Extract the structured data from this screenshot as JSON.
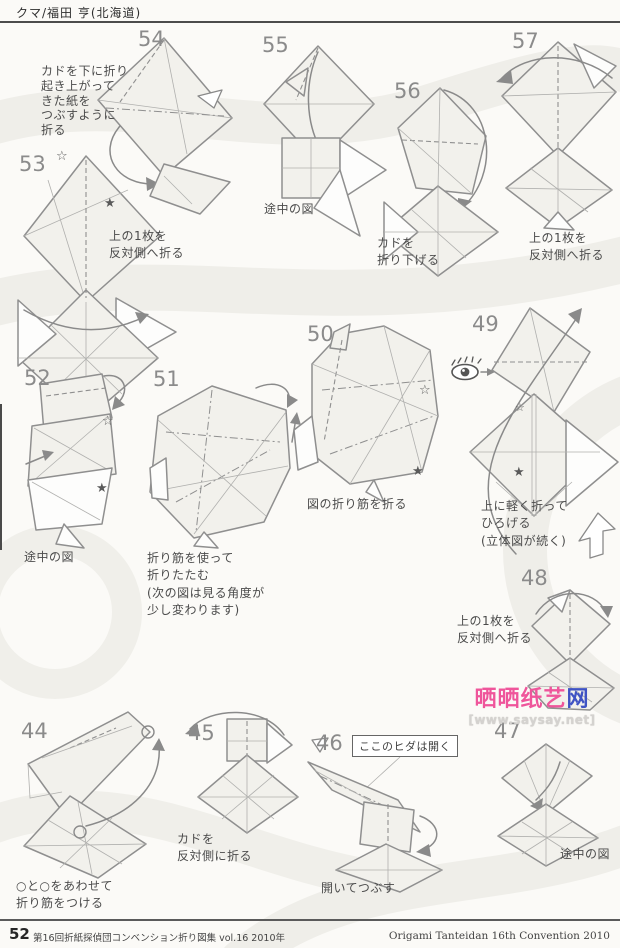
{
  "header": {
    "title": "クマ/福田 亨(北海道)"
  },
  "footer": {
    "page_number": "52",
    "booklet": "第16回折紙探偵団コンベンション折り図集 vol.16 2010年",
    "right": "Origami Tanteidan 16th Convention 2010"
  },
  "watermark": {
    "name_pink": "晒晒纸艺",
    "name_blue": "网",
    "url": "[www.saysay.net]",
    "pink": "#ef559b",
    "blue": "#3f53c4"
  },
  "glyphs": {
    "star_open": "☆",
    "star_filled": "★"
  },
  "labels": {
    "pleat_note": "ここのヒダは開く"
  },
  "steps": {
    "s44": {
      "num": "44",
      "caption": "○と○をあわせて\n折り筋をつける"
    },
    "s45": {
      "num": "45",
      "caption": "カドを\n反対側に折る"
    },
    "s46": {
      "num": "46",
      "caption": "開いてつぶす"
    },
    "s47": {
      "num": "47",
      "caption": "途中の図"
    },
    "s48": {
      "num": "48",
      "caption": "上の1枚を\n反対側へ折る"
    },
    "s49": {
      "num": "49",
      "caption": "上に軽く折って\nひろげる\n(立体図が続く)"
    },
    "s50": {
      "num": "50",
      "caption": "図の折り筋を折る"
    },
    "s51": {
      "num": "51",
      "caption": "折り筋を使って\n折りたたむ\n(次の図は見る角度が\n少し変わります)"
    },
    "s52": {
      "num": "52",
      "caption": "途中の図"
    },
    "s53": {
      "num": "53",
      "caption": "上の1枚を\n反対側へ折る"
    },
    "s54": {
      "num": "54",
      "caption": "カドを下に折り\n起き上がって\nきた紙を\nつぶすように\n折る"
    },
    "s55": {
      "num": "55",
      "caption": "途中の図"
    },
    "s56": {
      "num": "56",
      "caption": "カドを\n折り下げる"
    },
    "s57": {
      "num": "57",
      "caption": "上の1枚を\n反対側へ折る"
    }
  }
}
